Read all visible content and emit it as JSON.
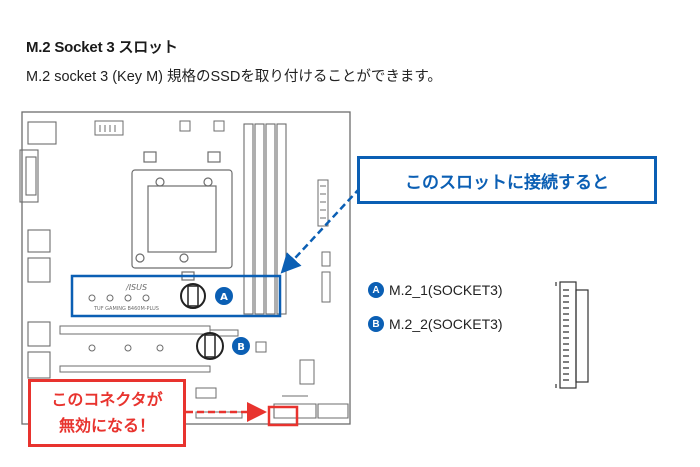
{
  "section": {
    "title": "M.2 Socket 3 スロット",
    "description": "M.2 socket 3 (Key M) 規格のSSDを取り付けることができます。"
  },
  "board": {
    "brand": "/ISUS",
    "model": "TUF GAMING B460M-PLUS"
  },
  "callouts": {
    "slot_note": "このスロットに接続すると",
    "disabled_line1": "このコネクタが",
    "disabled_line2": "無効になる！"
  },
  "legend": [
    {
      "badge": "A",
      "label": "M.2_1(SOCKET3)"
    },
    {
      "badge": "B",
      "label": "M.2_2(SOCKET3)"
    }
  ],
  "colors": {
    "accent_blue": "#0b5fb4",
    "warning_red": "#e8332e",
    "line_gray": "#6d6d6d"
  }
}
